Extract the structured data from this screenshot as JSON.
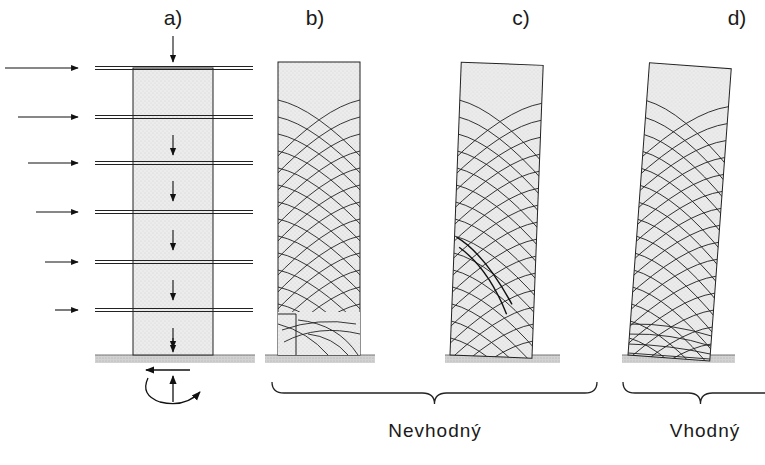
{
  "diagram": {
    "labels": [
      "a)",
      "b)",
      "c)",
      "d)",
      "Nevhodný",
      "Vhodný"
    ]
  }
}
